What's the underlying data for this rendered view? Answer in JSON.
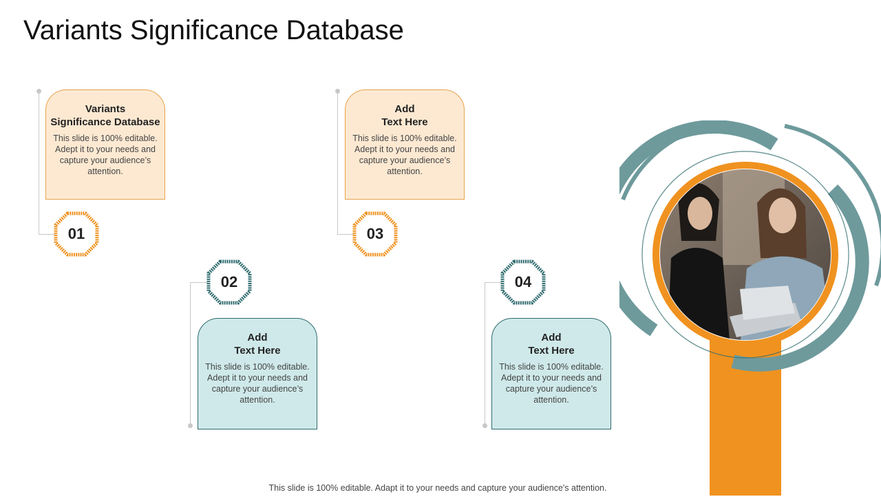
{
  "title": "Variants Significance Database",
  "steps": [
    {
      "number": "01",
      "heading": "Variants\nSignificance Database",
      "body": "This slide is 100% editable. Adept it to your needs and capture your audience’s attention.",
      "color": "orange"
    },
    {
      "number": "02",
      "heading": "Add\nText Here",
      "body": "This slide is 100% editable. Adept it to your needs and capture your audience’s attention.",
      "color": "teal"
    },
    {
      "number": "03",
      "heading": "Add\nText Here",
      "body": "This slide is 100% editable. Adept it to your needs and capture your audience’s attention.",
      "color": "orange"
    },
    {
      "number": "04",
      "heading": "Add\nText Here",
      "body": "This slide is 100% editable. Adept it to your needs and capture your audience’s attention.",
      "color": "teal"
    }
  ],
  "footer": "This slide is 100% editable. Adapt it to your needs and capture your audience's attention.",
  "colors": {
    "orange": "#f0921f",
    "teal": "#2f6b6e",
    "teal_ring": "#6e9a9c"
  }
}
